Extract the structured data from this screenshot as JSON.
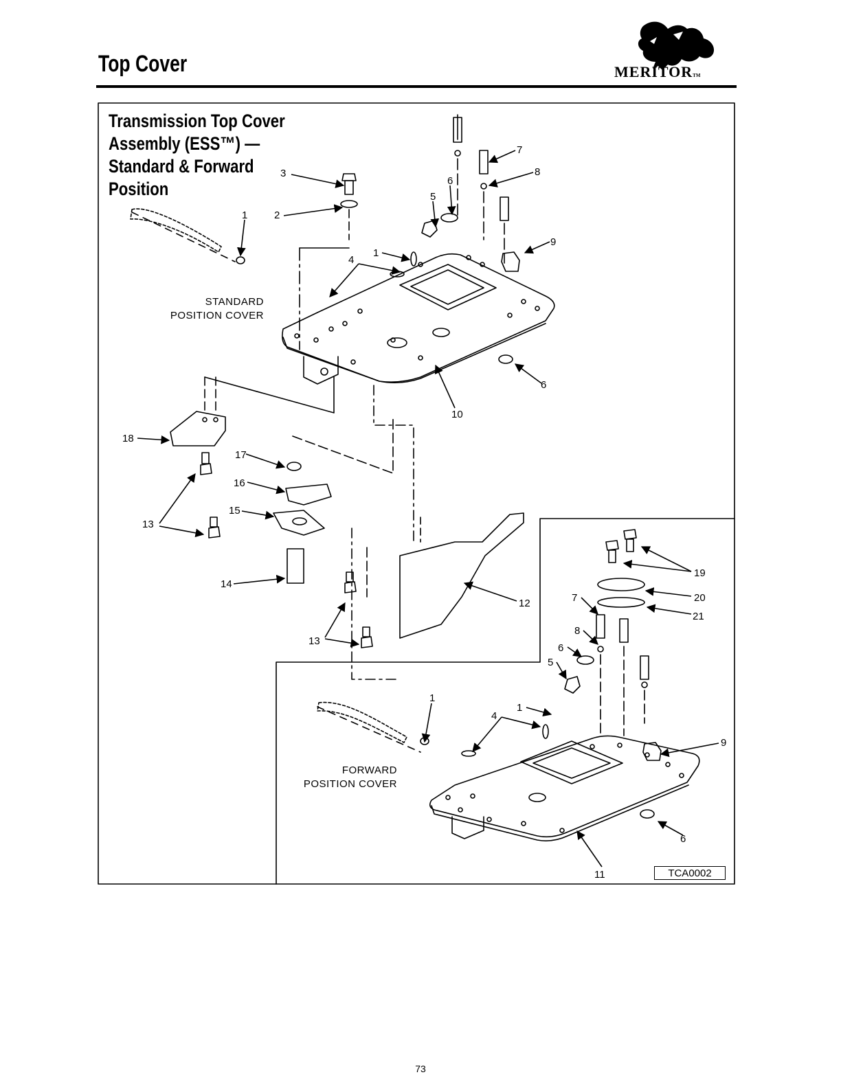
{
  "header": {
    "title": "Top Cover",
    "brand": "MERITOR",
    "brand_tm": "TM"
  },
  "figure": {
    "title_lines": [
      "Transmission Top Cover",
      "Assembly (ESS™) —",
      "Standard & Forward",
      "Position"
    ],
    "standard_label_lines": [
      "STANDARD",
      "POSITION COVER"
    ],
    "forward_label_lines": [
      "FORWARD",
      "POSITION COVER"
    ],
    "figure_id": "TCA0002",
    "callouts_standard": [
      "7",
      "8",
      "6",
      "5",
      "3",
      "2",
      "1",
      "9",
      "1",
      "4",
      "6",
      "10",
      "18",
      "17",
      "16",
      "15",
      "13",
      "14",
      "13",
      "12"
    ],
    "callouts_forward": [
      "19",
      "20",
      "21",
      "7",
      "8",
      "6",
      "5",
      "1",
      "1",
      "4",
      "9",
      "6",
      "11"
    ]
  },
  "footer": {
    "page_number": "73"
  },
  "colors": {
    "ink": "#000000",
    "paper": "#ffffff"
  }
}
